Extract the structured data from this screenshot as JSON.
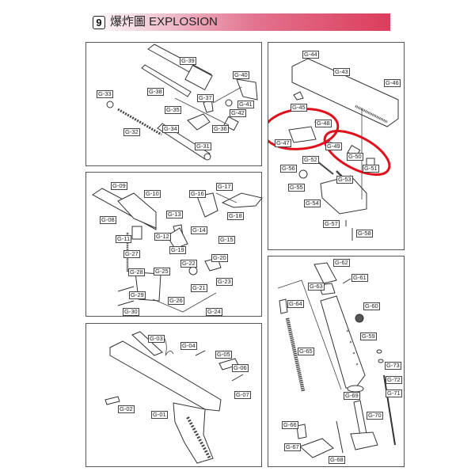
{
  "header": {
    "section_number": "9",
    "title": "爆炸圖 EXPLOSION",
    "gradient_colors": [
      "#ffffff",
      "#f3d3dc",
      "#e2738f",
      "#dc3d5c"
    ]
  },
  "panels": {
    "barrel_assembly": {
      "labels": [
        "G-31",
        "G-32",
        "G-33",
        "G-34",
        "G-35",
        "G-36",
        "G-37",
        "G-38",
        "G-39",
        "G-40",
        "G-41",
        "G-42"
      ]
    },
    "slide_assembly": {
      "labels": [
        "G-43",
        "G-44",
        "G-45",
        "G-46",
        "G-47",
        "G-48",
        "G-49",
        "G-50",
        "G-51",
        "G-52",
        "G-53",
        "G-54",
        "G-55",
        "G-56",
        "G-57",
        "G-58"
      ],
      "highlight_color": "#e0101c",
      "highlighted_groups": [
        [
          "G-47",
          "G-48"
        ],
        [
          "G-49",
          "G-50",
          "G-51"
        ]
      ]
    },
    "trigger_assembly": {
      "labels": [
        "G-08",
        "G-09",
        "G-10",
        "G-11",
        "G-12",
        "G-13",
        "G-14",
        "G-15",
        "G-16",
        "G-17",
        "G-18",
        "G-19",
        "G-20",
        "G-21",
        "G-22",
        "G-23",
        "G-24",
        "G-25",
        "G-26",
        "G-27",
        "G-28",
        "G-29",
        "G-30"
      ]
    },
    "frame_assembly": {
      "labels": [
        "G-01",
        "G-02",
        "G-03",
        "G-04",
        "G-05",
        "G-06",
        "G-07"
      ]
    },
    "magazine_assembly": {
      "labels": [
        "G-59",
        "G-60",
        "G-61",
        "G-62",
        "G-63",
        "G-64",
        "G-65",
        "G-66",
        "G-67",
        "G-68",
        "G-69",
        "G-70",
        "G-71",
        "G-72",
        "G-73"
      ]
    }
  }
}
